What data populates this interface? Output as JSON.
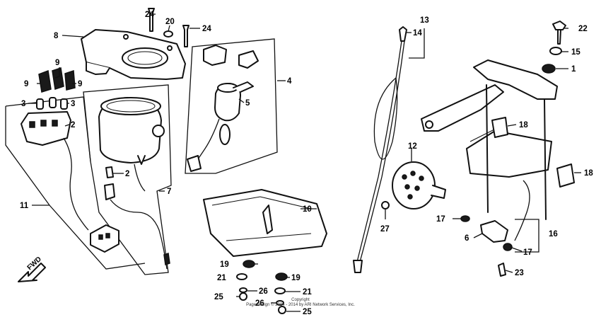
{
  "diagram": {
    "direction_label": "FWD",
    "copyright_line1": "Copyright",
    "copyright_line2": "Page design © 2004 - 2014 by ARI Network Services, Inc.",
    "callouts": {
      "c1": "1",
      "c2a": "2",
      "c2b": "2",
      "c3a": "3",
      "c3b": "3",
      "c4": "4",
      "c5": "5",
      "c6": "6",
      "c7": "7",
      "c8": "8",
      "c9a": "9",
      "c9b": "9",
      "c9c": "9",
      "c10": "10",
      "c11": "11",
      "c12": "12",
      "c13": "13",
      "c14": "14",
      "c15": "15",
      "c16": "16",
      "c17a": "17",
      "c17b": "17",
      "c18a": "18",
      "c18b": "18",
      "c19a": "19",
      "c19b": "19",
      "c20": "20",
      "c21a": "21",
      "c21b": "21",
      "c22": "22",
      "c23": "23",
      "c24a": "24",
      "c24b": "24",
      "c25a": "25",
      "c25b": "25",
      "c26a": "26",
      "c26b": "26",
      "c27": "27"
    }
  }
}
